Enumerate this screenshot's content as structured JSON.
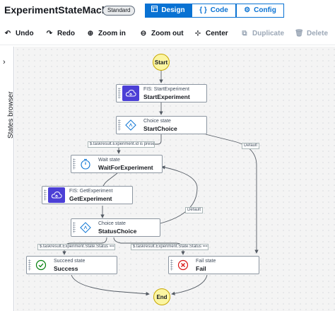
{
  "header": {
    "title": "ExperimentStateMachine",
    "badge": "Standard",
    "modes": [
      {
        "label": "Design",
        "icon": "layout-icon",
        "active": true
      },
      {
        "label": "Code",
        "icon": "code-icon",
        "active": false
      },
      {
        "label": "Config",
        "icon": "gear-icon",
        "active": false
      }
    ]
  },
  "toolbar": {
    "undo": "Undo",
    "redo": "Redo",
    "zoom_in": "Zoom in",
    "zoom_out": "Zoom out",
    "center": "Center",
    "duplicate": "Duplicate",
    "delete": "Delete"
  },
  "sidebar": {
    "label": "States browser"
  },
  "diagram": {
    "start": "Start",
    "end": "End",
    "nodes": {
      "start_experiment": {
        "type": "FIS: StartExperiment",
        "name": "StartExperiment",
        "icon": "fis-cloud-icon"
      },
      "start_choice": {
        "type": "Choice state",
        "name": "StartChoice",
        "icon": "choice-icon"
      },
      "wait": {
        "type": "Wait state",
        "name": "WaitForExperiment",
        "icon": "timer-icon"
      },
      "get_experiment": {
        "type": "FIS: GetExperiment",
        "name": "GetExperiment",
        "icon": "fis-cloud-icon"
      },
      "status_choice": {
        "type": "Choice state",
        "name": "StatusChoice",
        "icon": "choice-icon"
      },
      "success": {
        "type": "Succeed state",
        "name": "Success",
        "icon": "check-circle-icon"
      },
      "fail": {
        "type": "Fail state",
        "name": "Fail",
        "icon": "x-circle-icon"
      }
    },
    "edge_labels": {
      "start_choice_rule": "$.taskresult.Experiment.id is present",
      "start_choice_default": "Default",
      "status_default": "Default",
      "status_rule_success": "$.taskresult.Experiment.State.Status == \"...",
      "status_rule_fail": "$.taskresult.Experiment.State.Status == \"..."
    }
  },
  "colors": {
    "accent": "#0972d3",
    "fis": "#4b3fd6",
    "terminal": "#fbf5a2",
    "success": "#037f0c",
    "fail": "#d91515"
  }
}
